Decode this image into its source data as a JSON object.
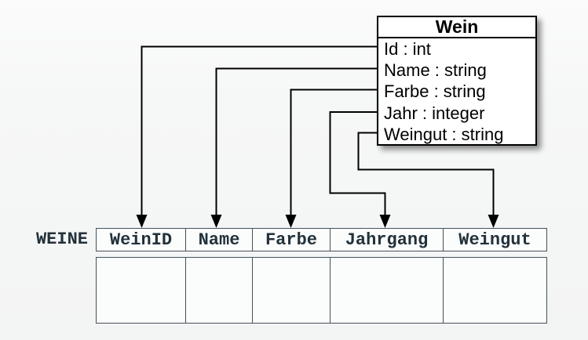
{
  "diagram": {
    "kind": "class-to-table-mapping"
  },
  "class_box": {
    "title": "Wein",
    "attributes": [
      "Id : int",
      "Name : string",
      "Farbe : string",
      "Jahr : integer",
      "Weingut : string"
    ]
  },
  "table": {
    "label": "WEINE",
    "columns": [
      "WeinID",
      "Name",
      "Farbe",
      "Jahrgang",
      "Weingut"
    ],
    "empty_body_rows": 1
  },
  "mappings": [
    {
      "from": "Id",
      "to": "WeinID"
    },
    {
      "from": "Name",
      "to": "Name"
    },
    {
      "from": "Farbe",
      "to": "Farbe"
    },
    {
      "from": "Jahr",
      "to": "Jahrgang"
    },
    {
      "from": "Weingut",
      "to": "Weingut"
    }
  ],
  "colors": {
    "connector": "#000000",
    "class_border": "#000000",
    "table_border": "#43525a",
    "table_text": "#22313a",
    "background": "#f6f7f7"
  }
}
